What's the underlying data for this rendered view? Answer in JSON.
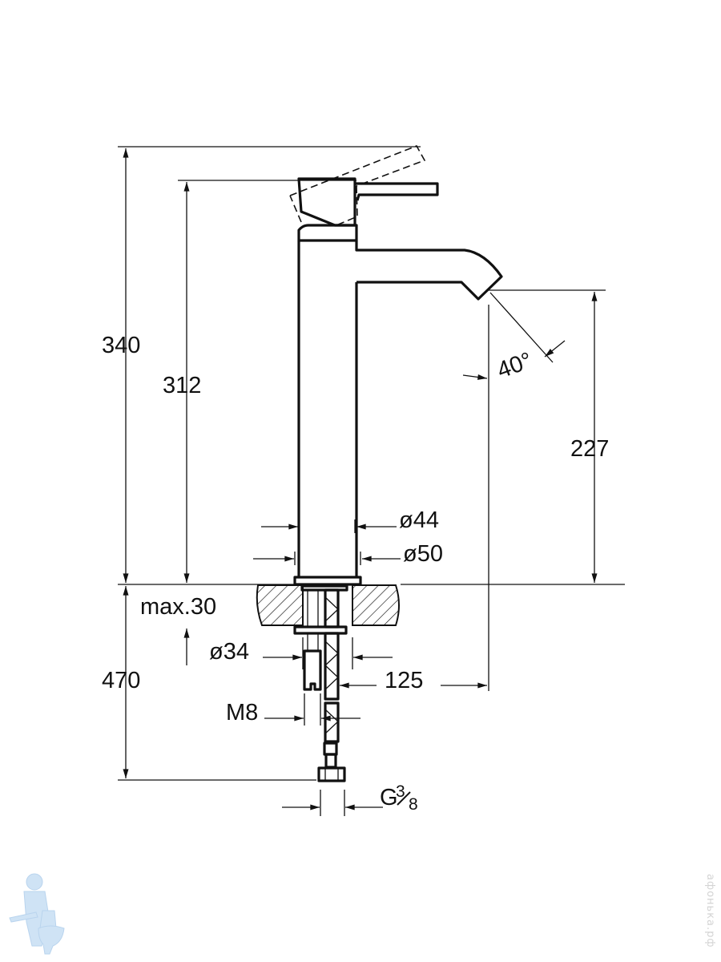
{
  "dimensions": {
    "total_height": "340",
    "lever_height": "312",
    "spout_height": "227",
    "spout_angle": "40°",
    "body_diameter": "ø44",
    "base_diameter": "ø50",
    "max_countertop": "max.30",
    "hole_diameter": "ø34",
    "below_length": "470",
    "spout_reach": "125",
    "stud_thread": "M8",
    "hose_thread_prefix": "G",
    "hose_thread_num": "3",
    "hose_thread_den": "8"
  },
  "watermark": "афонька.рф",
  "colors": {
    "line": "#111111",
    "logo": "#cfe3f5"
  }
}
